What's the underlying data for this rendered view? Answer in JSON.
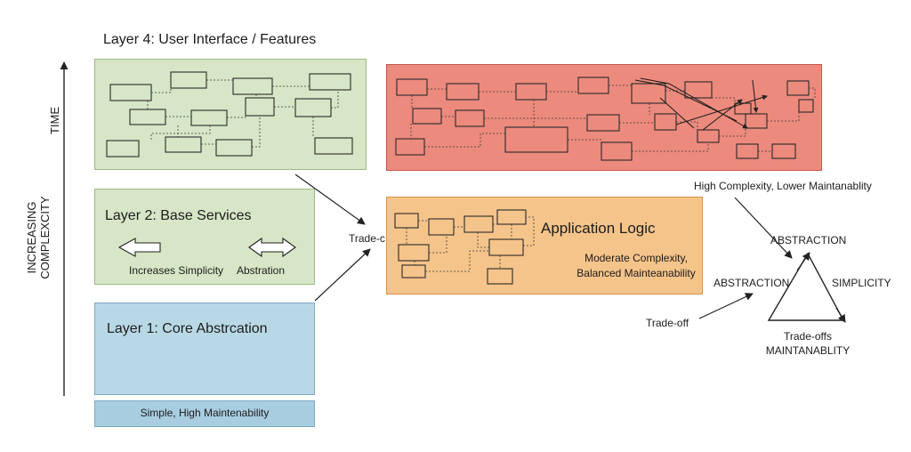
{
  "axes": {
    "time": "TIME",
    "complexity_line1": "INCREASING",
    "complexity_line2": "COMPLEXCITY"
  },
  "layer4": {
    "title": "Layer 4: User Interface / Features"
  },
  "layer2": {
    "title": "Layer 2: Base Services",
    "left_label": "Increases Simplicity",
    "right_label": "Abstration"
  },
  "layer1": {
    "title": "Layer 1: Core Abstrcation",
    "footer": "Simple, High Maintenability"
  },
  "red_panel": {
    "caption": "High Complexity, Lower Maintanablity"
  },
  "app_logic": {
    "title": "Application Logic",
    "line1": "Moderate Complexity,",
    "line2": "Balanced Mainteanability"
  },
  "tradeoff_center": "Trade-c",
  "triangle": {
    "top": "ABSTRACTION",
    "left": "ABSTRACTION",
    "right": "SIMPLICITY",
    "bottom1": "Trade-offs",
    "bottom2": "MAINTANABLITY",
    "tradeoff": "Trade-off"
  },
  "colors": {
    "green": "#d6e6c6",
    "red": "#ec8a7d",
    "orange": "#f5c48a",
    "blue": "#b9d8e6"
  }
}
